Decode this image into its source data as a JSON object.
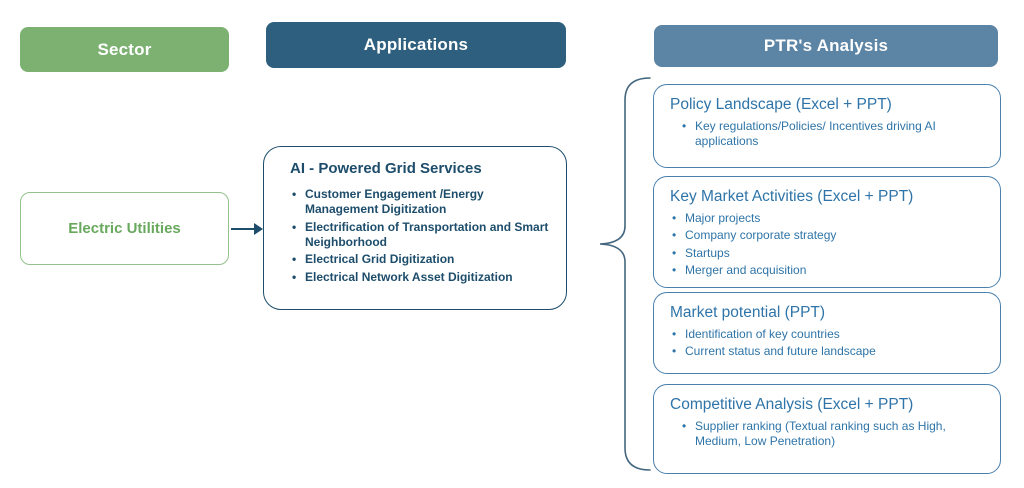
{
  "headers": {
    "sector": "Sector",
    "applications": "Applications",
    "ptr_analysis": "PTR's Analysis"
  },
  "sector_box": {
    "label": "Electric Utilities"
  },
  "applications_box": {
    "title": "AI - Powered Grid Services",
    "items": [
      "Customer Engagement /Energy Management Digitization",
      "Electrification of Transportation and Smart Neighborhood",
      "Electrical Grid Digitization",
      "Electrical Network Asset Digitization"
    ]
  },
  "analysis_boxes": [
    {
      "title": "Policy Landscape (Excel + PPT)",
      "items": [
        "Key regulations/Policies/ Incentives driving AI applications"
      ]
    },
    {
      "title": "Key Market Activities (Excel + PPT)",
      "items": [
        "Major projects",
        "Company corporate strategy",
        "Startups",
        "Merger and acquisition"
      ]
    },
    {
      "title": "Market potential (PPT)",
      "items": [
        "Identification of key countries",
        "Current status and future landscape"
      ]
    },
    {
      "title": "Competitive Analysis  (Excel + PPT)",
      "items": [
        "Supplier ranking (Textual ranking such as High, Medium, Low Penetration)"
      ]
    }
  ],
  "colors": {
    "green": "#7cb172",
    "green-border": "#93c28c",
    "green-text": "#68a95e",
    "navy": "#2e5f7e",
    "steel": "#5b84a5",
    "ink": "#1d4d6b",
    "blue-border": "#4a80ad",
    "blue-text": "#2e74a8",
    "brace": "#44677f"
  }
}
